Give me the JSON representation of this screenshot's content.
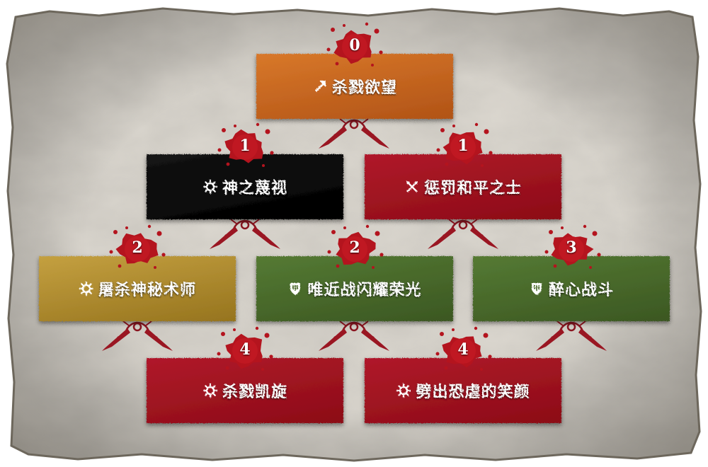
{
  "colors": {
    "parchment": "#dedad3",
    "blood": "#b4141e",
    "orange": "#c46420",
    "black": "#060606",
    "crimson": "#a0121c",
    "olive": "#b08c2c",
    "green": "#46652a"
  },
  "tree": {
    "nodes": [
      {
        "id": "n0",
        "label": "杀戮欲望",
        "cost": "0",
        "icon": "arrow-icon",
        "color": "orange"
      },
      {
        "id": "n1",
        "label": "神之蔑视",
        "cost": "1",
        "icon": "sun-icon",
        "color": "black"
      },
      {
        "id": "n2",
        "label": "惩罚和平之士",
        "cost": "1",
        "icon": "crossed-weapons-icon",
        "color": "crimson"
      },
      {
        "id": "n3",
        "label": "屠杀神秘术师",
        "cost": "2",
        "icon": "sun-icon",
        "color": "olive"
      },
      {
        "id": "n4",
        "label": "唯近战闪耀荣光",
        "cost": "2",
        "icon": "shield-icon",
        "color": "green"
      },
      {
        "id": "n5",
        "label": "醉心战斗",
        "cost": "3",
        "icon": "shield-icon",
        "color": "green"
      },
      {
        "id": "n6",
        "label": "杀戮凯旋",
        "cost": "4",
        "icon": "sun-icon",
        "color": "crimson"
      },
      {
        "id": "n7",
        "label": "劈出恐虐的笑颜",
        "cost": "4",
        "icon": "sun-icon",
        "color": "crimson"
      }
    ]
  }
}
